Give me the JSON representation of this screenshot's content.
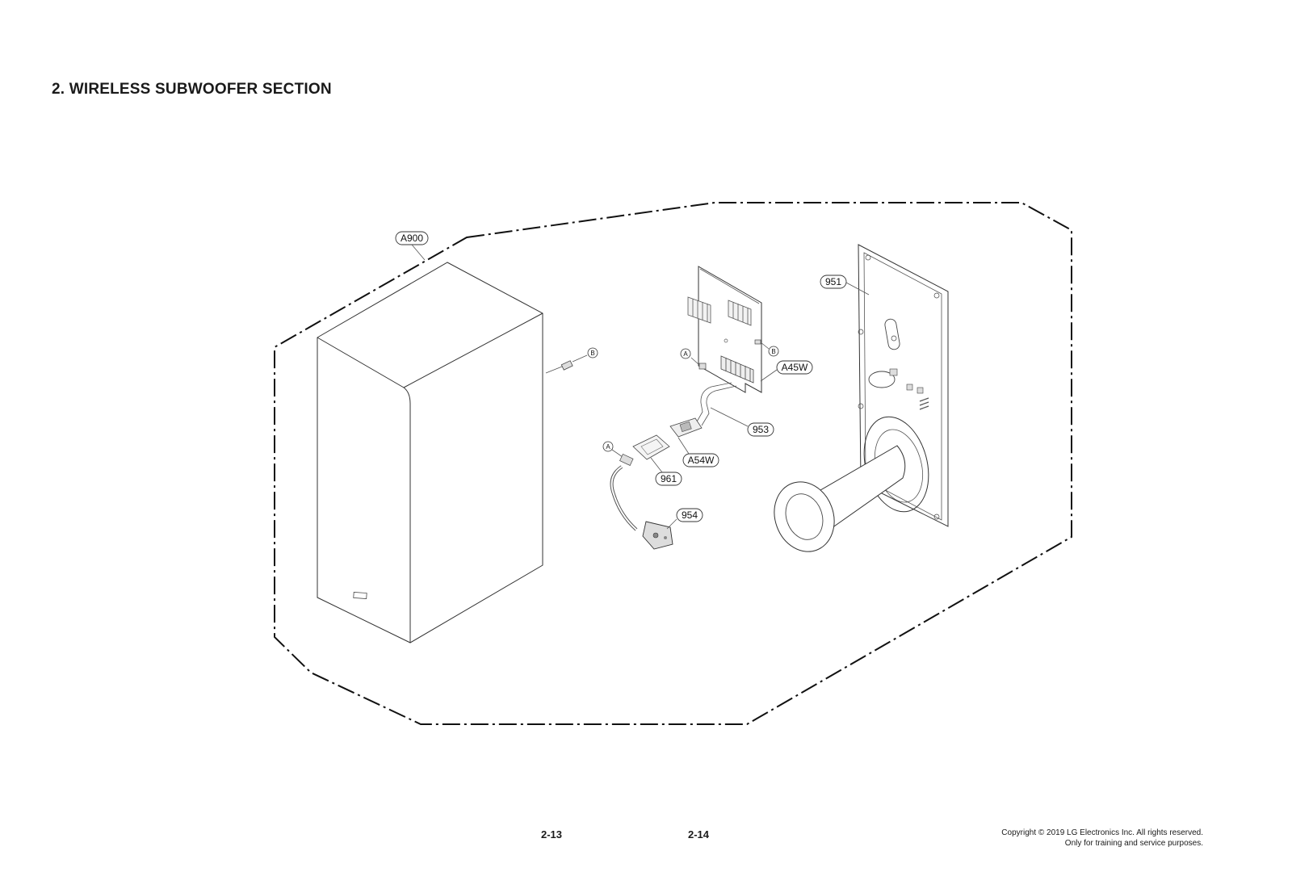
{
  "title": "2. WIRELESS SUBWOOFER SECTION",
  "callouts": {
    "a900": "A900",
    "a951": "951",
    "a45w": "A45W",
    "a953": "953",
    "a54w": "A54W",
    "a961": "961",
    "a954": "954",
    "conn_a": "A",
    "conn_b": "B"
  },
  "footer": {
    "page_left": "2-13",
    "page_right": "2-14",
    "copyright_line1": "Copyright © 2019 LG Electronics Inc. All rights reserved.",
    "copyright_line2": "Only for training and service purposes."
  }
}
